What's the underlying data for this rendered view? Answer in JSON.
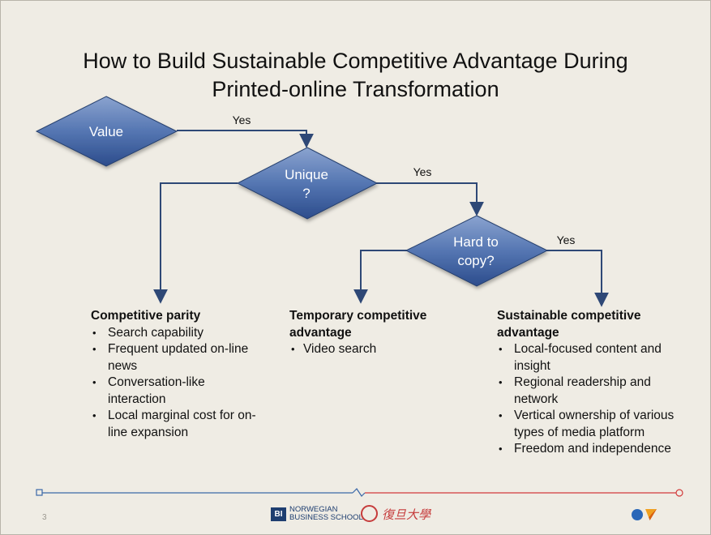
{
  "slide": {
    "title_line1": "How to Build Sustainable Competitive Advantage During",
    "title_line2": "Printed-online Transformation",
    "page_number": "3"
  },
  "decisions": {
    "value": "Value",
    "unique_line1": "Unique",
    "unique_line2": "?",
    "hard_line1": "Hard to",
    "hard_line2": "copy?"
  },
  "yes_labels": {
    "value_to_unique": "Yes",
    "unique_to_hard": "Yes",
    "hard_to_sustainable": "Yes"
  },
  "outcomes": {
    "parity": {
      "heading": "Competitive parity",
      "items": [
        "Search capability",
        "Frequent updated on-line news",
        "Conversation-like interaction",
        "Local marginal cost for on-line expansion"
      ]
    },
    "temporary": {
      "heading": "Temporary competitive advantage",
      "items": [
        "Video search"
      ]
    },
    "sustainable": {
      "heading": "Sustainable competitive advantage",
      "items": [
        "Local-focused content and insight",
        "Regional readership and network",
        "Vertical ownership of various types of media platform",
        "Freedom and independence"
      ]
    }
  },
  "footer": {
    "bi_mark": "BI",
    "bi_line1": "NORWEGIAN",
    "bi_line2": "BUSINESS SCHOOL",
    "fudan_name": "復旦大學"
  },
  "colors": {
    "diamond_light": "#8aa3cf",
    "diamond_dark": "#2c4c8c",
    "connector": "#2e4876",
    "footer_blue": "#3a68a8",
    "footer_red": "#d23a3a"
  }
}
